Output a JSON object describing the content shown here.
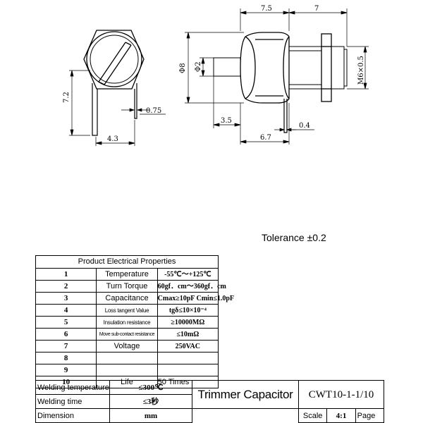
{
  "dimensions": {
    "top_left": "7.5",
    "top_right": "7",
    "phi_body": "Φ8",
    "phi_pin": "Φ2",
    "thread": "M6×0.5",
    "pin_len": "3.5",
    "lead_dia": "0.4",
    "body_len": "6.7",
    "front_height": "7.2",
    "front_lead": "0.75",
    "front_width": "4.3"
  },
  "tolerance": "Tolerance ±0.2",
  "properties": {
    "title": "Product Electrical Properties",
    "rows": [
      {
        "num": "1",
        "name": "Temperature",
        "value": "-55℃～+125℃"
      },
      {
        "num": "2",
        "name": "Turn Torque",
        "value": "60gf．cm～360gf．cm"
      },
      {
        "num": "3",
        "name": "Capacitance",
        "value": "Cmax≥10pF  Cmin≤1.0pF"
      },
      {
        "num": "4",
        "name": "Loss tangent Value",
        "value": "tgδ≤10×10⁻⁴"
      },
      {
        "num": "5",
        "name": "Insulation resistance",
        "value": "≥10000MΩ"
      },
      {
        "num": "6",
        "name": "Move sub-contact resistance",
        "value": "≤10mΩ"
      },
      {
        "num": "7",
        "name": "Voltage",
        "value": "250VAC"
      },
      {
        "num": "8",
        "name": "",
        "value": ""
      },
      {
        "num": "9",
        "name": "",
        "value": ""
      },
      {
        "num": "10",
        "name": "Life",
        "value": "50 Times"
      }
    ]
  },
  "title_block": {
    "welding_temperature_label": "Welding temperature",
    "welding_temperature_value": "≤300℃",
    "welding_time_label": "Welding time",
    "welding_time_value": "≤3秒",
    "dimension_label": "Dimension",
    "dimension_value": "mm",
    "product_name": "Trimmer Capacitor",
    "part_number": "CWT10-1-1/10",
    "scale_label": "Scale",
    "scale_value": "4:1",
    "page_label": "Page"
  }
}
